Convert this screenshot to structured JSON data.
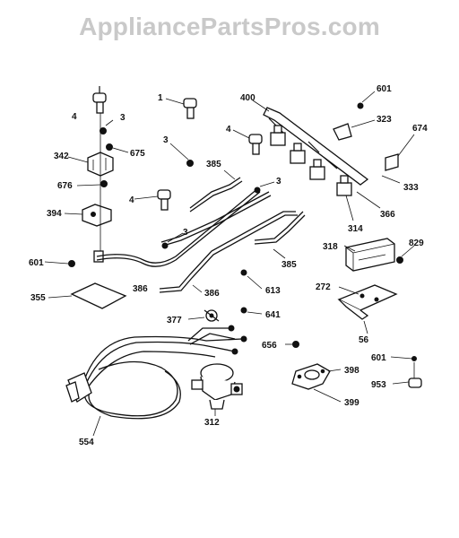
{
  "watermark": "AppliancePartsPros.com",
  "labels": {
    "l1": "1",
    "l3a": "3",
    "l3b": "3",
    "l3c": "3",
    "l3d": "3",
    "l4a": "4",
    "l4b": "4",
    "l4c": "4",
    "l272": "272",
    "l312": "312",
    "l314": "314",
    "l318": "318",
    "l323": "323",
    "l333": "333",
    "l342": "342",
    "l355": "355",
    "l366": "366",
    "l377": "377",
    "l385a": "385",
    "l385b": "385",
    "l386a": "386",
    "l386b": "386",
    "l394": "394",
    "l398": "398",
    "l399": "399",
    "l400": "400",
    "l554": "554",
    "l56": "56",
    "l601a": "601",
    "l601b": "601",
    "l601c": "601",
    "l613": "613",
    "l641": "641",
    "l656": "656",
    "l674": "674",
    "l675": "675",
    "l676": "676",
    "l829": "829",
    "l953": "953"
  }
}
